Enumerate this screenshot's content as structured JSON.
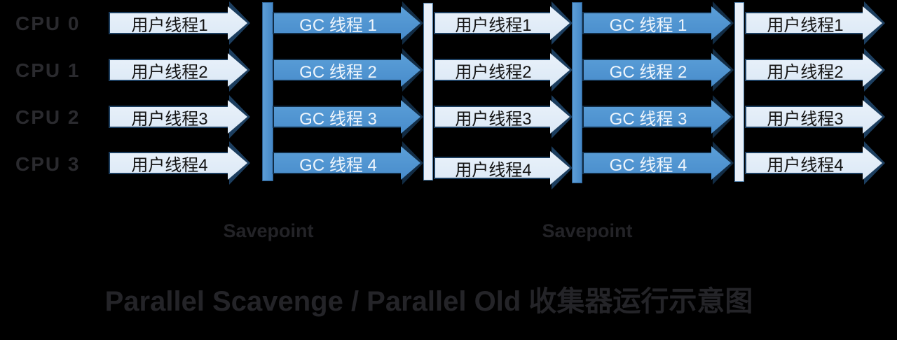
{
  "colors": {
    "background": "#000000",
    "user_fill": "#d9e7f5",
    "user_fill_top": "#ecf3fb",
    "user_border": "#1c3e5f",
    "user_text": "#141414",
    "gc_fill": "#4589c9",
    "gc_fill_top": "#5ea2da",
    "gc_border": "#122c44",
    "gc_text": "#eef5fc",
    "pause_bar": "#4588c7",
    "pause_bar_top": "#5d9ed7",
    "pause_bar_border": "#2b5d8e",
    "run_bar": "#e9f0f9",
    "run_bar_border": "#4a7aa5",
    "dim_text": "#2a2a2e",
    "dim_text2": "#232327",
    "dim_text3": "#242428"
  },
  "cpu_labels": [
    "CPU 0",
    "CPU 1",
    "CPU 2",
    "CPU 3"
  ],
  "user_threads_col1": [
    "用户线程1",
    "用户线程2",
    "用户线程3",
    "用户线程4"
  ],
  "gc_threads_col1": [
    "GC 线程 1",
    "GC 线程 2",
    "GC 线程 3",
    "GC 线程 4"
  ],
  "user_threads_col2": [
    "用户线程1",
    "用户线程2",
    "用户线程3",
    "用户线程4"
  ],
  "gc_threads_col2": [
    "GC 线程 1",
    "GC 线程 2",
    "GC 线程 3",
    "GC 线程 4"
  ],
  "user_threads_col3": [
    "用户线程1",
    "用户线程2",
    "用户线程3",
    "用户线程4"
  ],
  "savepoint_labels": [
    "Savepoint",
    "Savepoint"
  ],
  "title": "Parallel Scavenge / Parallel Old 收集器运行示意图"
}
